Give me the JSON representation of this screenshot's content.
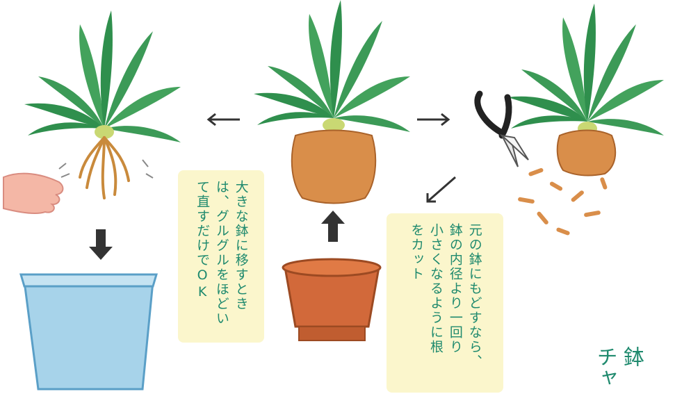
{
  "notes": {
    "enlarge": {
      "lines": [
        "大きな鉢に移すとき",
        "は、グルグルをほどい",
        "て直すだけでOK"
      ]
    },
    "return": {
      "lines": [
        "元の鉢にもどすなら、",
        "鉢の内径より一回り",
        "小さくなるように根",
        "をカット"
      ]
    }
  },
  "corner": {
    "lines": [
      "鉢",
      "チャ"
    ]
  },
  "colors": {
    "text": "#1f8a6e",
    "note_bg": "#fbf6cc",
    "leaf": "#3c9a57",
    "root": "#c98a3c",
    "pot": "#d2693a",
    "bucket": "#a7d3ea"
  },
  "icons": [
    "hand-icon",
    "scissors-icon",
    "arrow-left-icon",
    "arrow-right-icon",
    "arrow-down-icon",
    "arrow-up-icon",
    "arrow-down-left-icon"
  ]
}
